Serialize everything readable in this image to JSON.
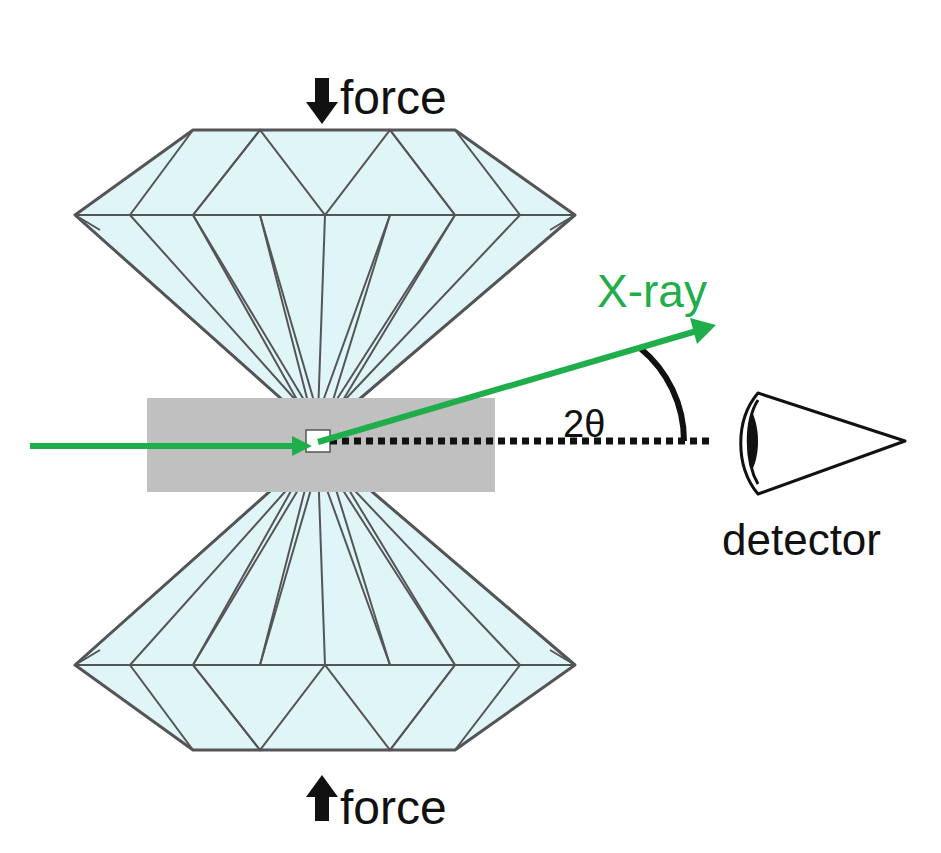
{
  "diagram": {
    "labels": [
      "force",
      "X-ray",
      "2θ",
      "detector",
      "force"
    ]
  }
}
